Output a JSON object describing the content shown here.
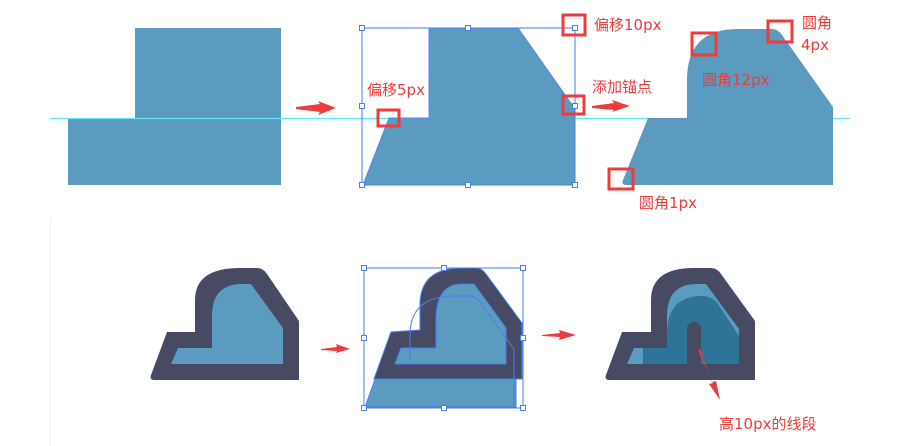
{
  "colors": {
    "shape_fill": "#5b9bbf",
    "shape_dark_fill": "#2e7496",
    "outline": "#474a63",
    "guide_line": "#5ee8f5",
    "selection": "#4a7ef0",
    "annotation": "#ee3b3b",
    "background": "#ffffff"
  },
  "top_row": {
    "step1": {
      "name": "two rectangles combined"
    },
    "step2": {
      "labels": {
        "offset_10": "偏移10px",
        "offset_5": "偏移5px",
        "add_anchor": "添加锚点"
      }
    },
    "step3": {
      "labels": {
        "radius_4": "圆角4px",
        "radius_4_line1": "圆角",
        "radius_4_line2": "4px",
        "radius_12": "圆角12px",
        "radius_1": "圆角1px"
      }
    }
  },
  "bottom_row": {
    "step3": {
      "labels": {
        "line_segment": "高10px的线段"
      }
    }
  }
}
